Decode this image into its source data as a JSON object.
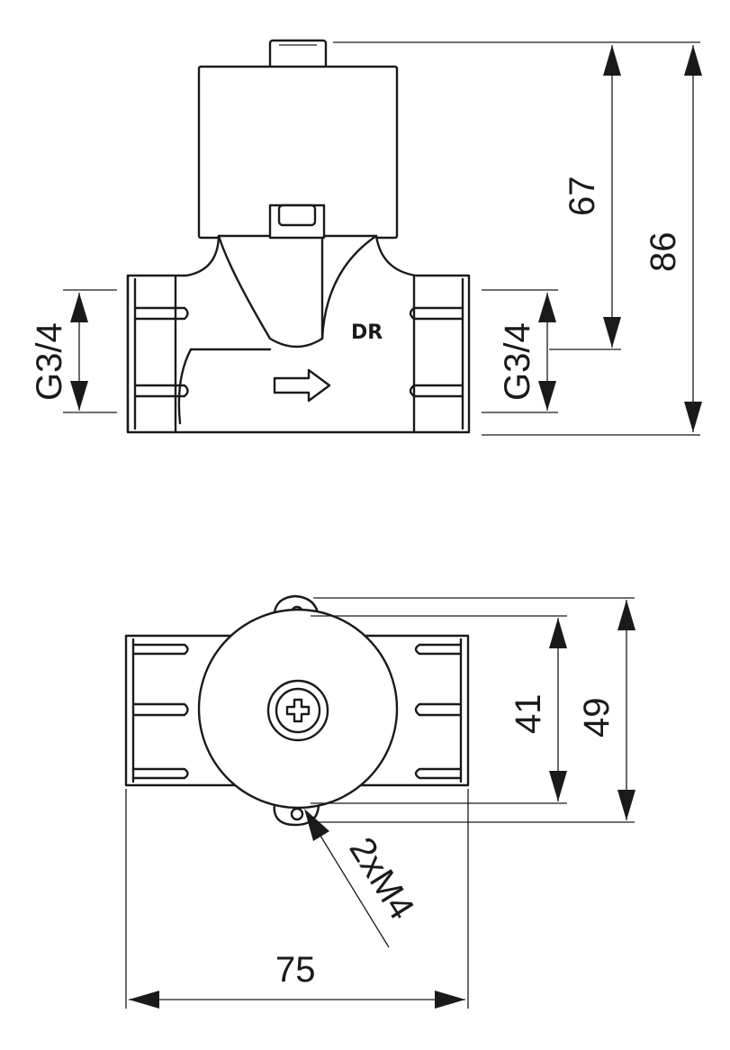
{
  "dimensions": {
    "height_inner": "67",
    "height_total": "86",
    "thread_left": "G3/4",
    "thread_right": "G3/4",
    "depth_inner": "41",
    "depth_total": "49",
    "width": "75",
    "screws": "2xM4"
  },
  "markings": {
    "body_mark": "DR"
  }
}
